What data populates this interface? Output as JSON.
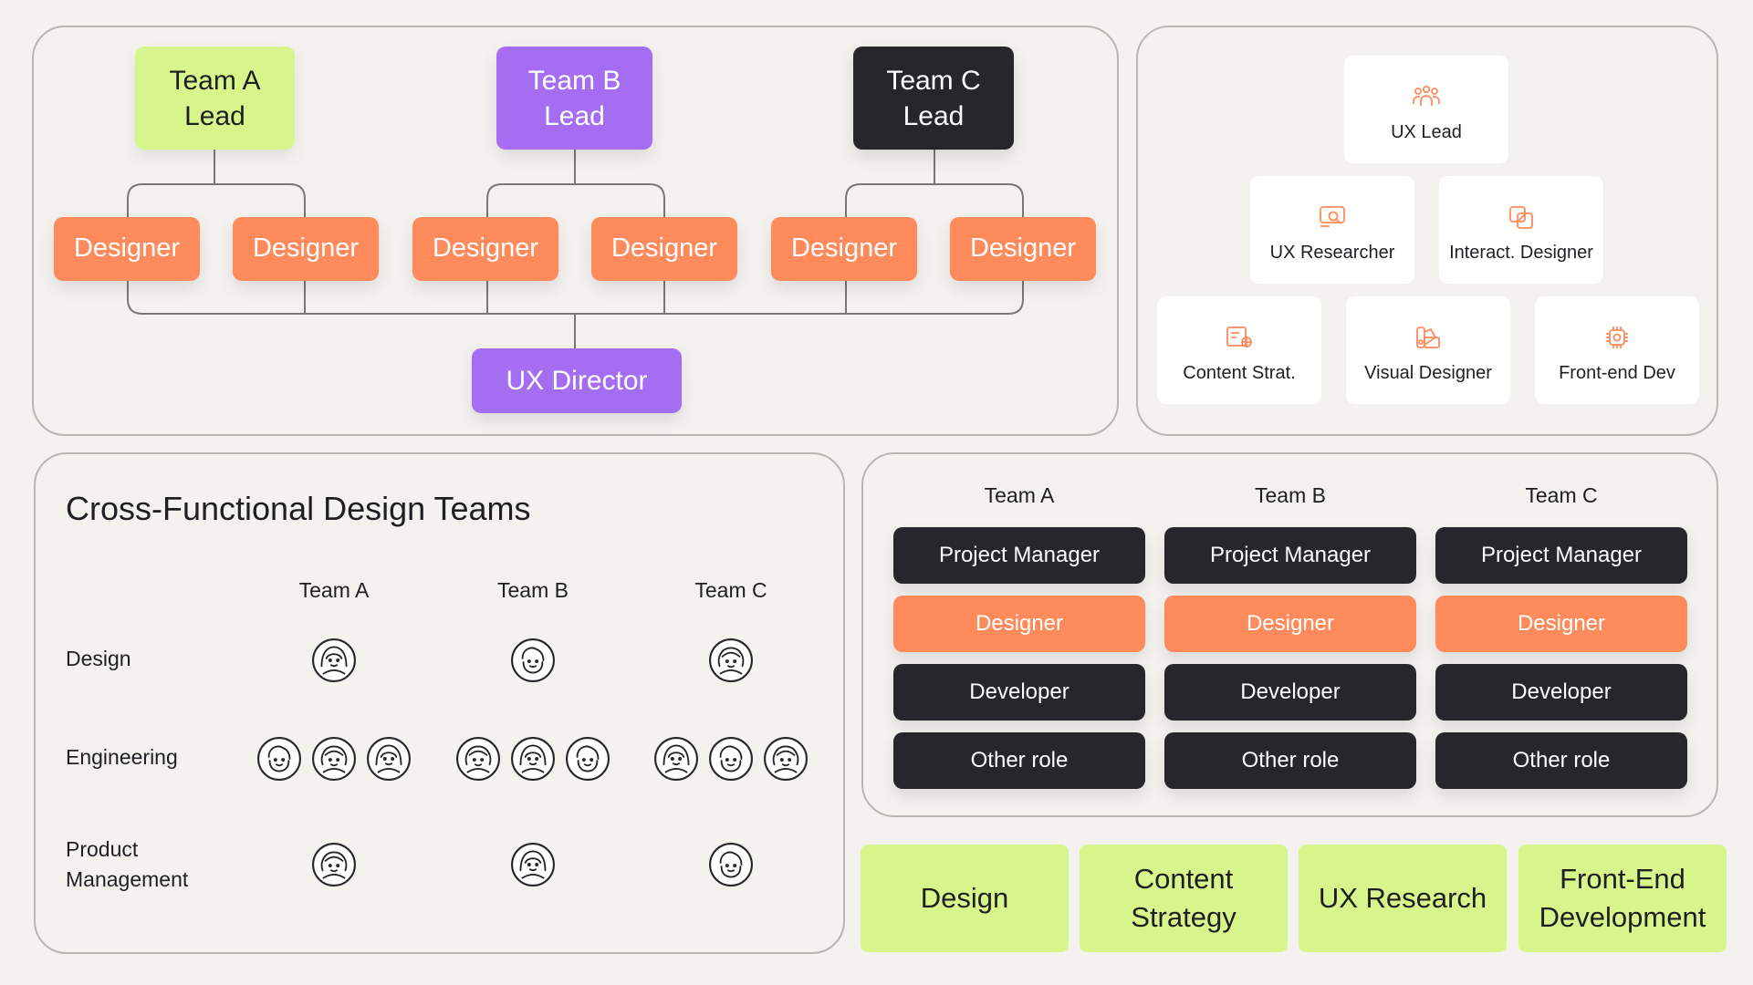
{
  "org_chart": {
    "leads": [
      {
        "label": "Team A\nLead",
        "color": "#d8f58c"
      },
      {
        "label": "Team B\nLead",
        "color": "#a56ef2"
      },
      {
        "label": "Team C\nLead",
        "color": "#26262b"
      }
    ],
    "designer_label": "Designer",
    "director_label": "UX Director"
  },
  "roles_panel": {
    "roles": [
      {
        "label": "UX Lead",
        "icon": "team-icon"
      },
      {
        "label": "UX Researcher",
        "icon": "research-icon"
      },
      {
        "label": "Interact. Designer",
        "icon": "layers-icon"
      },
      {
        "label": "Content Strat.",
        "icon": "content-icon"
      },
      {
        "label": "Visual Designer",
        "icon": "visual-icon"
      },
      {
        "label": "Front-end Dev",
        "icon": "chip-icon"
      }
    ],
    "accent": "#ff8a5b"
  },
  "cross_functional": {
    "title": "Cross-Functional Design Teams",
    "columns": [
      "Team A",
      "Team B",
      "Team C"
    ],
    "rows": [
      {
        "label": "Design",
        "count": 1
      },
      {
        "label": "Engineering",
        "count": 3
      },
      {
        "label": "Product\nManagement",
        "count": 1
      }
    ]
  },
  "team_grid": {
    "columns": [
      "Team A",
      "Team B",
      "Team C"
    ],
    "roles": [
      {
        "label": "Project Manager",
        "style": "dark"
      },
      {
        "label": "Designer",
        "style": "orange"
      },
      {
        "label": "Developer",
        "style": "dark"
      },
      {
        "label": "Other role",
        "style": "dark"
      }
    ]
  },
  "disciplines": [
    "Design",
    "Content\nStrategy",
    "UX Research",
    "Front-End\nDevelopment"
  ]
}
